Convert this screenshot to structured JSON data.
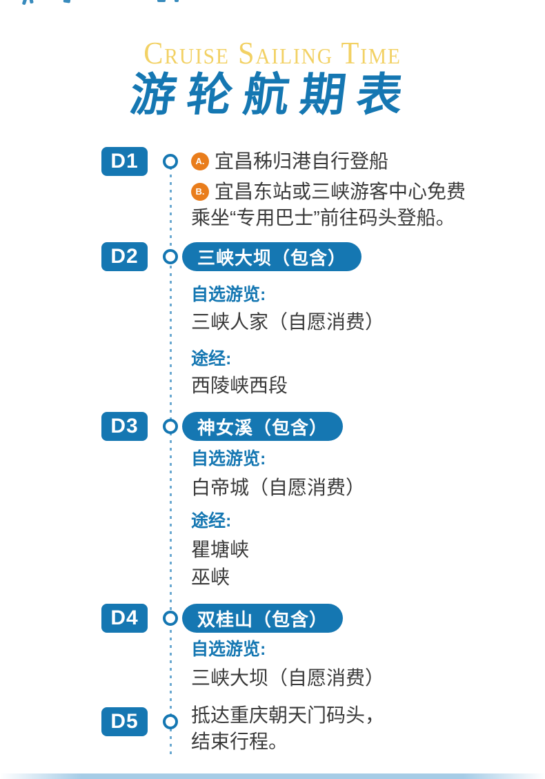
{
  "page": {
    "title_en": "Cruise Sailing Time",
    "title_zh": "游轮航期表"
  },
  "colors": {
    "primary_blue": "#1577b2",
    "line_blue": "#6aa8d0",
    "title_gold": "#f2d164",
    "marker_orange": "#e97d1c",
    "body_text": "#3a3a3a"
  },
  "timeline": {
    "d1": {
      "label": "D1",
      "option_a_letter": "A.",
      "option_a_text": "宜昌秭归港自行登船",
      "option_b_letter": "B.",
      "option_b_line1": "宜昌东站或三峡游客中心免费",
      "option_b_line2": "乘坐“专用巴士”前往码头登船。"
    },
    "d2": {
      "label": "D2",
      "pill": "三峡大坝（包含）",
      "optional_heading": "自选游览:",
      "optional_item": "三峡人家（自愿消费）",
      "via_heading": "途经:",
      "via_item": "西陵峡西段"
    },
    "d3": {
      "label": "D3",
      "pill": "神女溪（包含）",
      "optional_heading": "自选游览:",
      "optional_item": "白帝城（自愿消费）",
      "via_heading": "途经:",
      "via_item1": "瞿塘峡",
      "via_item2": "巫峡"
    },
    "d4": {
      "label": "D4",
      "pill": "双桂山（包含）",
      "optional_heading": "自选游览:",
      "optional_item": "三峡大坝（自愿消费）"
    },
    "d5": {
      "label": "D5",
      "arrival_line1": "抵达重庆朝天门码头，",
      "arrival_line2": "结束行程。"
    }
  }
}
